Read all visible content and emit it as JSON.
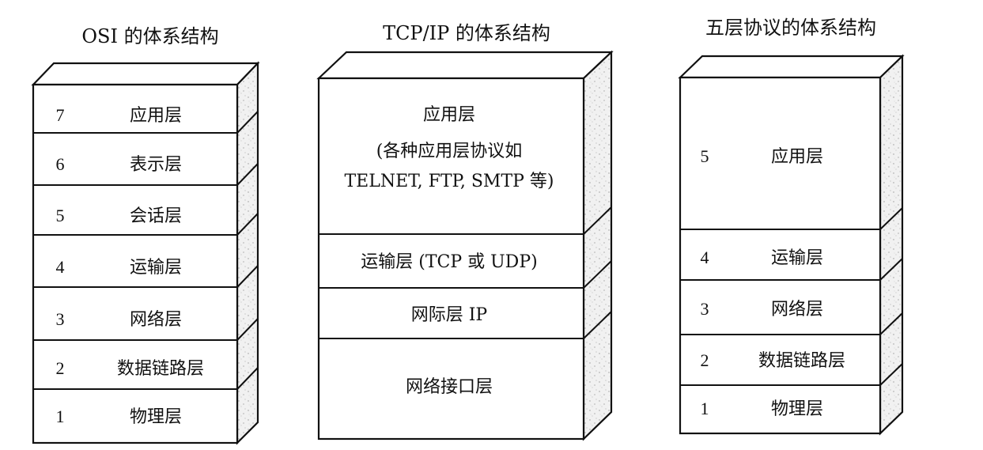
{
  "stacks": [
    {
      "title": "OSI 的体系结构",
      "layers": [
        {
          "num": "7",
          "lines": [
            "应用层"
          ]
        },
        {
          "num": "6",
          "lines": [
            "表示层"
          ]
        },
        {
          "num": "5",
          "lines": [
            "会话层"
          ]
        },
        {
          "num": "4",
          "lines": [
            "运输层"
          ]
        },
        {
          "num": "3",
          "lines": [
            "网络层"
          ]
        },
        {
          "num": "2",
          "lines": [
            "数据链路层"
          ]
        },
        {
          "num": "1",
          "lines": [
            "物理层"
          ]
        }
      ]
    },
    {
      "title": "TCP/IP 的体系结构",
      "layers": [
        {
          "num": "",
          "lines": [
            "应用层",
            "(各种应用层协议如",
            "TELNET, FTP, SMTP 等)"
          ]
        },
        {
          "num": "",
          "lines": [
            "运输层 (TCP 或 UDP)"
          ]
        },
        {
          "num": "",
          "lines": [
            "网际层 IP"
          ]
        },
        {
          "num": "",
          "lines": [
            "网络接口层"
          ]
        }
      ]
    },
    {
      "title": "五层协议的体系结构",
      "layers": [
        {
          "num": "5",
          "lines": [
            "应用层"
          ]
        },
        {
          "num": "4",
          "lines": [
            "运输层"
          ]
        },
        {
          "num": "3",
          "lines": [
            "网络层"
          ]
        },
        {
          "num": "2",
          "lines": [
            "数据链路层"
          ]
        },
        {
          "num": "1",
          "lines": [
            "物理层"
          ]
        }
      ]
    }
  ]
}
